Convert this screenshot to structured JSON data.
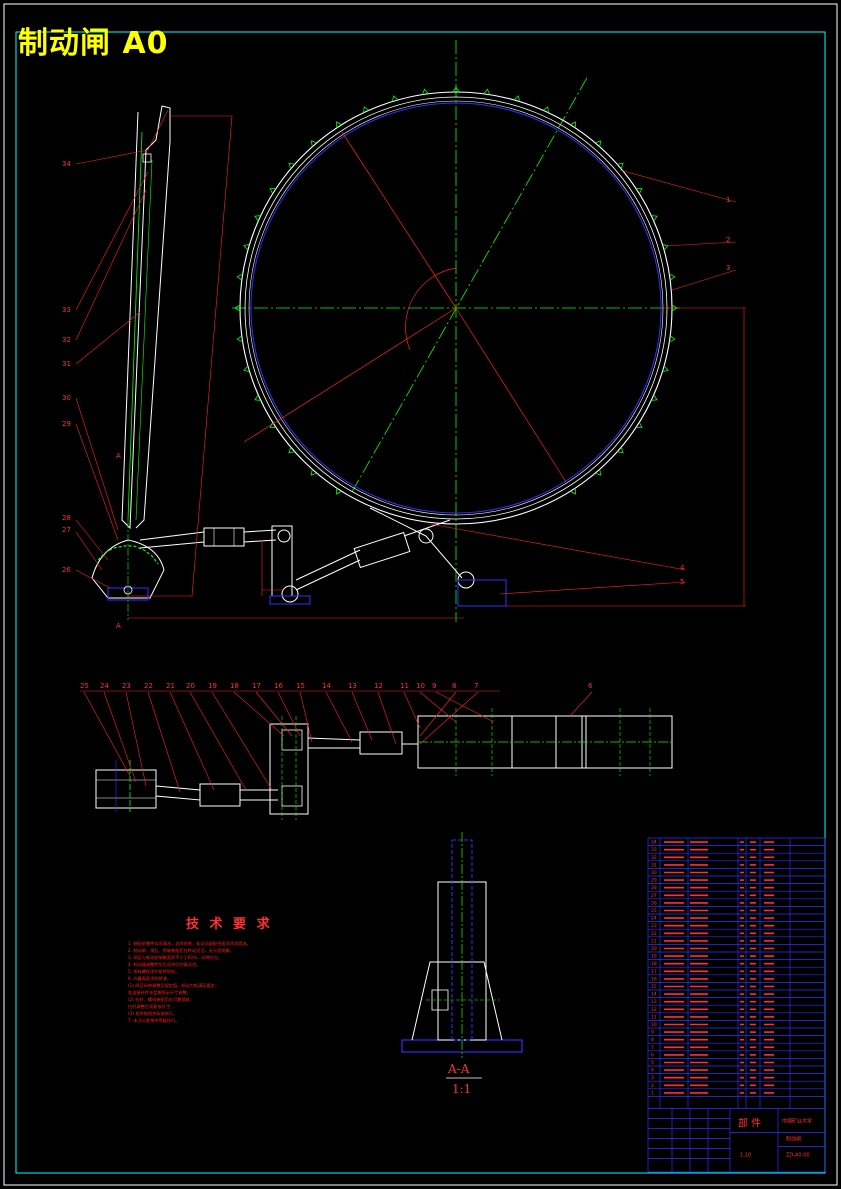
{
  "title": "制动闸 A0",
  "tech_requirements": {
    "heading": "技 术 要 求",
    "lines": [
      "1. 装配前零件均须清洗，去除毛刺，各运动副配合面须涂润滑油。",
      "2. 制动闸、闸瓦、销轴装配后应转动灵活，无卡阻现象。",
      "3. 闸瓦与制动轮接触面积不小于60%，间隙均匀。",
      "4. 制动器调整完毕后须进行空载试验。",
      "5. 所有螺栓须拧紧并防松。",
      "6. 外露表面涂防锈漆。",
      "  (1) 闸瓦间隙调整至规定值，制动力矩满足要求；",
      "      各连接杆件长度按图示尺寸调整；",
      "  (2) 拉杆、螺母装配后应可靠锁紧；",
      "      拉杆调整后须复核尺寸；",
      "  (3) 其余按相关标准执行。",
      "7. 未注公差按中等级执行。"
    ]
  },
  "section_label": "A-A",
  "section_scale": "1:1",
  "balloons_top_left": [
    "34",
    "33",
    "32",
    "31",
    "30",
    "29",
    "28",
    "27",
    "26"
  ],
  "balloons_right": [
    "1",
    "2",
    "3",
    "4",
    "5"
  ],
  "balloons_mid": [
    "25",
    "24",
    "23",
    "22",
    "21",
    "20",
    "19",
    "18",
    "17",
    "16",
    "15",
    "14",
    "13",
    "12",
    "11",
    "10",
    "9",
    "8",
    "7",
    "6"
  ],
  "section_marks": [
    "A",
    "A"
  ],
  "bom_rows": [
    [
      "34",
      "",
      "",
      "",
      "",
      ""
    ],
    [
      "33",
      "",
      "",
      "",
      "",
      ""
    ],
    [
      "32",
      "",
      "",
      "",
      "",
      ""
    ],
    [
      "31",
      "",
      "",
      "",
      "",
      ""
    ],
    [
      "30",
      "",
      "",
      "",
      "",
      ""
    ],
    [
      "29",
      "",
      "",
      "",
      "",
      ""
    ],
    [
      "28",
      "",
      "",
      "",
      "",
      ""
    ],
    [
      "27",
      "",
      "",
      "",
      "",
      ""
    ],
    [
      "26",
      "",
      "",
      "",
      "",
      ""
    ],
    [
      "25",
      "",
      "",
      "",
      "",
      ""
    ],
    [
      "24",
      "",
      "",
      "",
      "",
      ""
    ],
    [
      "23",
      "",
      "",
      "",
      "",
      ""
    ],
    [
      "22",
      "",
      "",
      "",
      "",
      ""
    ],
    [
      "21",
      "",
      "",
      "",
      "",
      ""
    ],
    [
      "20",
      "",
      "",
      "",
      "",
      ""
    ],
    [
      "19",
      "",
      "",
      "",
      "",
      ""
    ],
    [
      "18",
      "",
      "",
      "",
      "",
      ""
    ],
    [
      "17",
      "",
      "",
      "",
      "",
      ""
    ],
    [
      "16",
      "",
      "",
      "",
      "",
      ""
    ],
    [
      "15",
      "",
      "",
      "",
      "",
      ""
    ],
    [
      "14",
      "",
      "",
      "",
      "",
      ""
    ],
    [
      "13",
      "",
      "",
      "",
      "",
      ""
    ],
    [
      "12",
      "",
      "",
      "",
      "",
      ""
    ],
    [
      "11",
      "",
      "",
      "",
      "",
      ""
    ],
    [
      "10",
      "",
      "",
      "",
      "",
      ""
    ],
    [
      "9",
      "",
      "",
      "",
      "",
      ""
    ],
    [
      "8",
      "",
      "",
      "",
      "",
      ""
    ],
    [
      "7",
      "",
      "",
      "",
      "",
      ""
    ],
    [
      "6",
      "",
      "",
      "",
      "",
      ""
    ],
    [
      "5",
      "",
      "",
      "",
      "",
      ""
    ],
    [
      "4",
      "",
      "",
      "",
      "",
      ""
    ],
    [
      "3",
      "",
      "",
      "",
      "",
      ""
    ],
    [
      "2",
      "",
      "",
      "",
      "",
      ""
    ],
    [
      "1",
      "",
      "",
      "",
      "",
      ""
    ]
  ],
  "title_block": {
    "part_label": "部 件",
    "school": "中国矿业大学",
    "drawing_name": "制动闸",
    "code": "ZD-A0-00",
    "scale": "1:10"
  },
  "colors": {
    "background": "#000000",
    "frame": "#00ffff",
    "centerline": "#00ff00",
    "leader": "#ff2020",
    "outline": "#ffffff",
    "hidden": "#3030ff",
    "title": "#ffff00"
  }
}
